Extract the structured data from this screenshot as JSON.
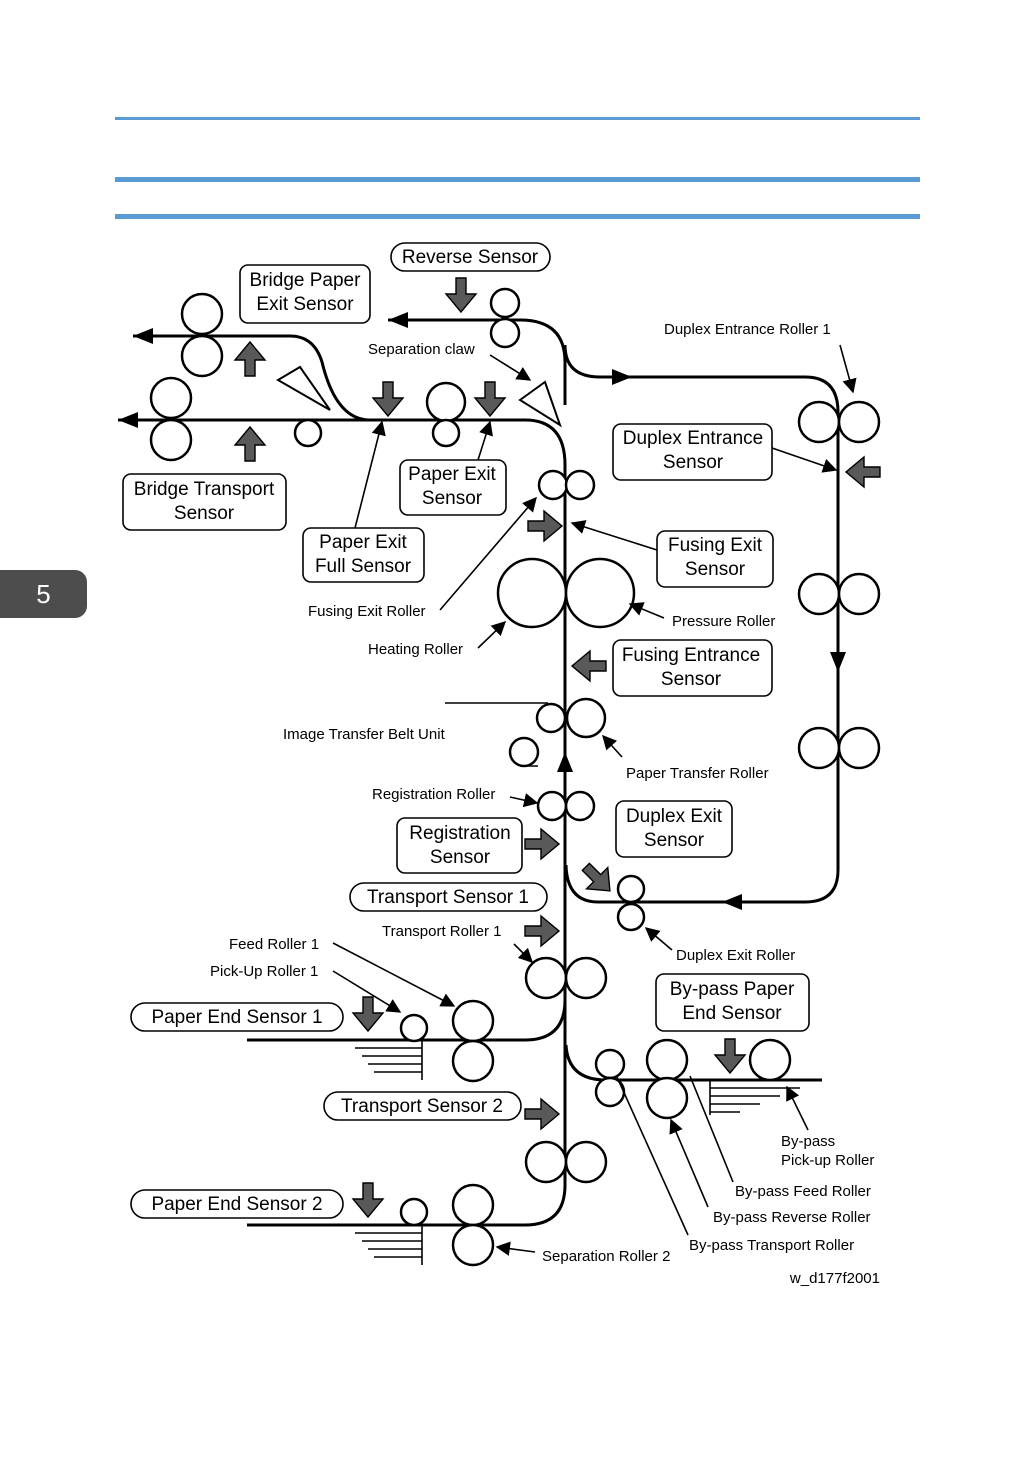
{
  "page": {
    "chapter_number": "5",
    "figure_id": "w_d177f2001",
    "accent_color": "#5b9bd5",
    "tab_color": "#4d4d4d"
  },
  "labels": {
    "reverse_sensor": "Reverse Sensor",
    "bridge_paper_exit_sensor": [
      "Bridge Paper",
      "Exit Sensor"
    ],
    "separation_claw": "Separation claw",
    "duplex_entrance_roller_1": "Duplex Entrance Roller 1",
    "duplex_entrance_sensor": [
      "Duplex Entrance",
      "Sensor"
    ],
    "bridge_transport_sensor": [
      "Bridge Transport",
      "Sensor"
    ],
    "paper_exit_sensor": [
      "Paper Exit",
      "Sensor"
    ],
    "paper_exit_full_sensor": [
      "Paper Exit",
      "Full Sensor"
    ],
    "fusing_exit_sensor": [
      "Fusing Exit",
      "Sensor"
    ],
    "fusing_exit_roller": "Fusing Exit Roller",
    "pressure_roller": "Pressure Roller",
    "heating_roller": "Heating Roller",
    "fusing_entrance_sensor": [
      "Fusing Entrance",
      "Sensor"
    ],
    "image_transfer_belt_unit": "Image Transfer Belt Unit",
    "paper_transfer_roller": "Paper Transfer Roller",
    "registration_roller": "Registration Roller",
    "registration_sensor": [
      "Registration",
      "Sensor"
    ],
    "duplex_exit_sensor": [
      "Duplex Exit",
      "Sensor"
    ],
    "transport_sensor_1": "Transport Sensor 1",
    "transport_roller_1": "Transport Roller 1",
    "duplex_exit_roller": "Duplex Exit Roller",
    "feed_roller_1": "Feed Roller 1",
    "pickup_roller_1": "Pick-Up Roller 1",
    "bypass_paper_end_sensor": [
      "By-pass Paper",
      "End Sensor"
    ],
    "paper_end_sensor_1": "Paper End Sensor 1",
    "transport_sensor_2": "Transport Sensor 2",
    "bypass_pickup_roller": [
      "By-pass",
      "Pick-up Roller"
    ],
    "bypass_feed_roller": "By-pass Feed Roller",
    "paper_end_sensor_2": "Paper End Sensor 2",
    "bypass_reverse_roller": "By-pass Reverse Roller",
    "bypass_transport_roller": "By-pass Transport Roller",
    "separation_roller_2": "Separation Roller 2"
  }
}
